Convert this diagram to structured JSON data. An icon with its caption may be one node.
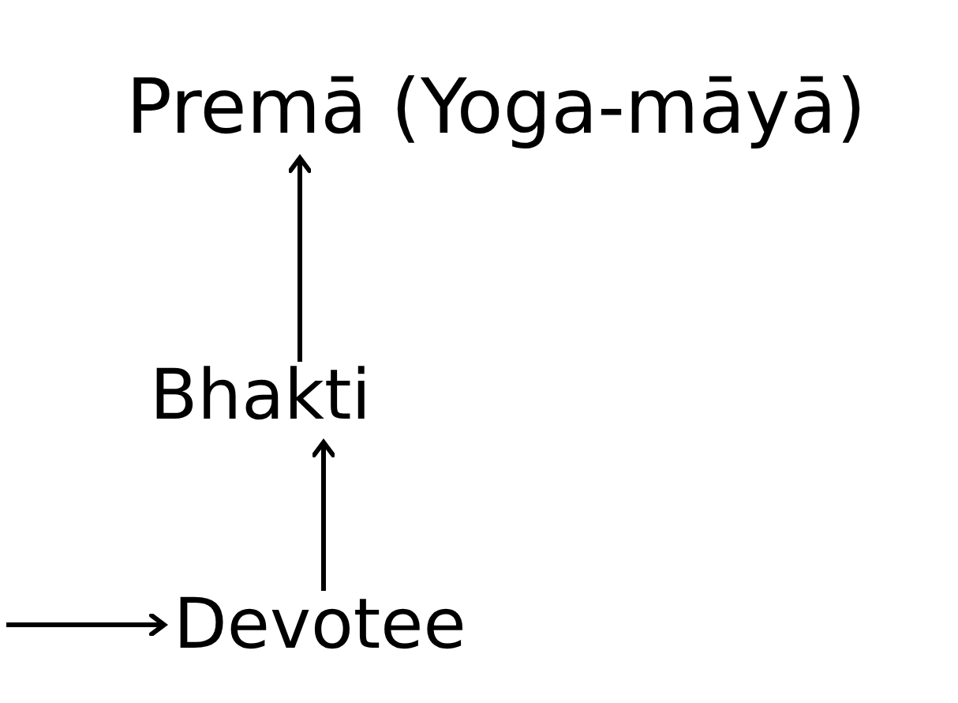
{
  "diagram": {
    "nodes": [
      {
        "text": [
          "Premā (Yoga-māyā)"
        ]
      },
      {
        "text": [
          "Bhakti"
        ]
      },
      {
        "text": [
          "Devotee"
        ]
      }
    ],
    "edges": [
      {
        "from": 1,
        "to": 0,
        "arrow": "to"
      },
      {
        "from": 2,
        "to": 1,
        "arrow": "to"
      },
      {
        "from": null,
        "to": 2,
        "arrow": "to"
      }
    ]
  }
}
